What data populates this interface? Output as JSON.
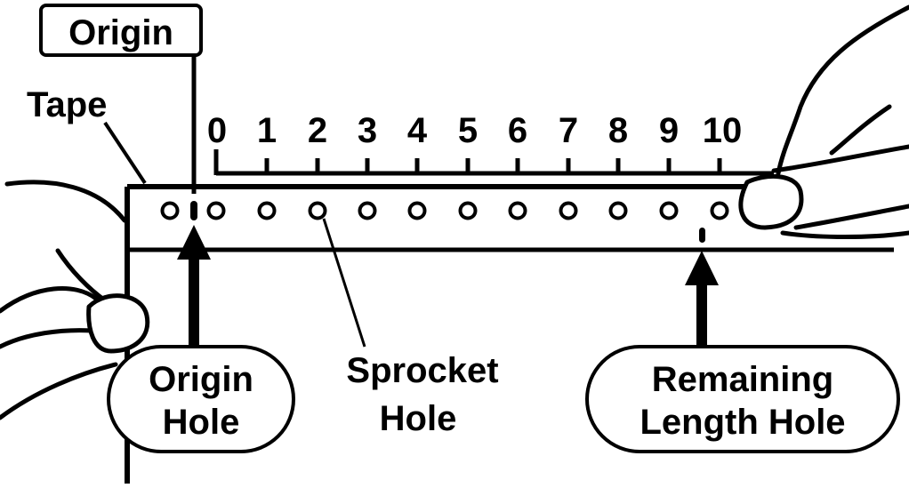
{
  "labels": {
    "origin": "Origin",
    "tape": "Tape",
    "origin_hole": [
      "Origin",
      "Hole"
    ],
    "sprocket_hole": [
      "Sprocket",
      "Hole"
    ],
    "remaining_length_hole": [
      "Remaining",
      "Length Hole"
    ]
  },
  "scale": {
    "ticks": [
      "0",
      "1",
      "2",
      "3",
      "4",
      "5",
      "6",
      "7",
      "8",
      "9",
      "10"
    ]
  },
  "colors": {
    "ink": "#000000",
    "paper": "#ffffff"
  }
}
